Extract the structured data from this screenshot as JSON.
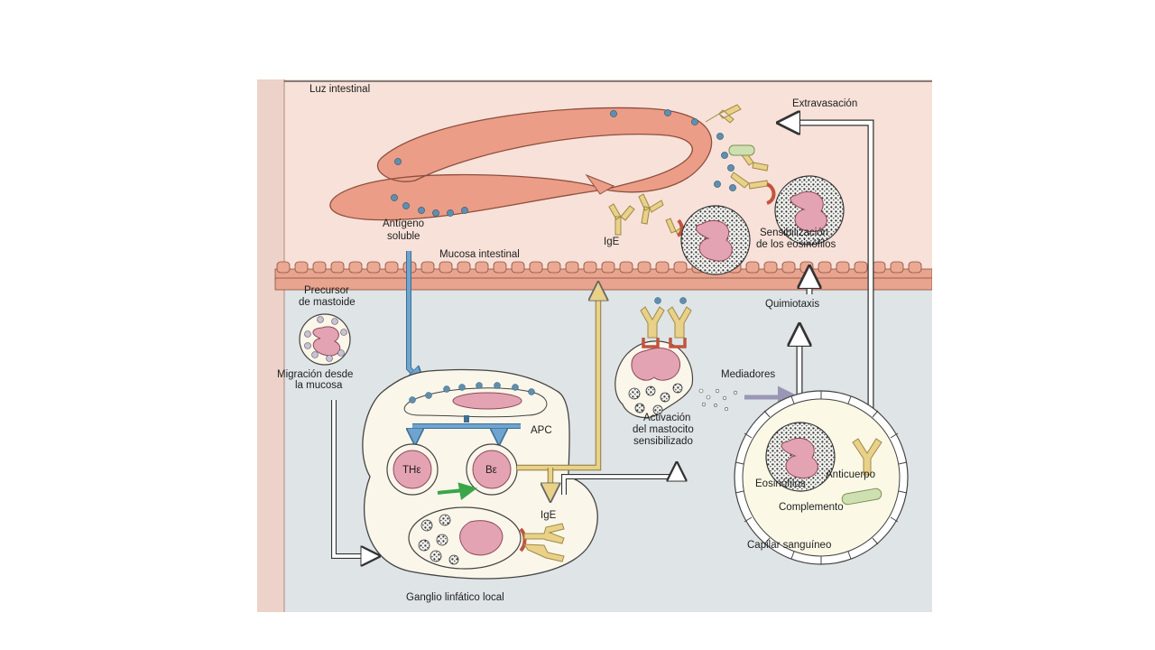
{
  "labels": {
    "intestinal_lumen": "Luz intestinal",
    "extravasation": "Extravasación",
    "soluble_antigen_line1": "Antígeno",
    "soluble_antigen_line2": "soluble",
    "ige_top": "IgE",
    "intestinal_mucosa": "Mucosa intestinal",
    "eosinophil_sensitization_line1": "Sensibilización",
    "eosinophil_sensitization_line2": "de los eosinófilos",
    "mast_precursor_line1": "Precursor",
    "mast_precursor_line2": "de mastoide",
    "chemotaxis": "Quimiotaxis",
    "migration_line1": "Migración desde",
    "migration_line2": "la mucosa",
    "mediators": "Mediadores",
    "apc": "APC",
    "th_cell": "THε",
    "b_cell": "Bε",
    "mast_activation_line1": "Activación",
    "mast_activation_line2": "del mastocito",
    "mast_activation_line3": "sensibilizado",
    "ige_node": "IgE",
    "antibody": "Anticuerpo",
    "eosinophils": "Eosinófilos",
    "complement": "Complemento",
    "blood_capillary": "Capilar sanguíneo",
    "local_lymph_node": "Ganglio linfático local"
  },
  "colors": {
    "mucosa_bg": "#f7e1d8",
    "tissue_bg": "#dfe4e6",
    "epithelium": "#e8a48f",
    "nucleus": "#e4a3b3",
    "antigen_dot": "#5f8fae",
    "antibody": "#e9d189",
    "receptor": "#c1543f",
    "blue_arrow": "#6ea4cf",
    "yellow_arrow": "#e9d189",
    "green_arrow": "#3aa64a",
    "mediator_arrow": "#9a97b6",
    "cell_fill": "#fbf6ea"
  }
}
